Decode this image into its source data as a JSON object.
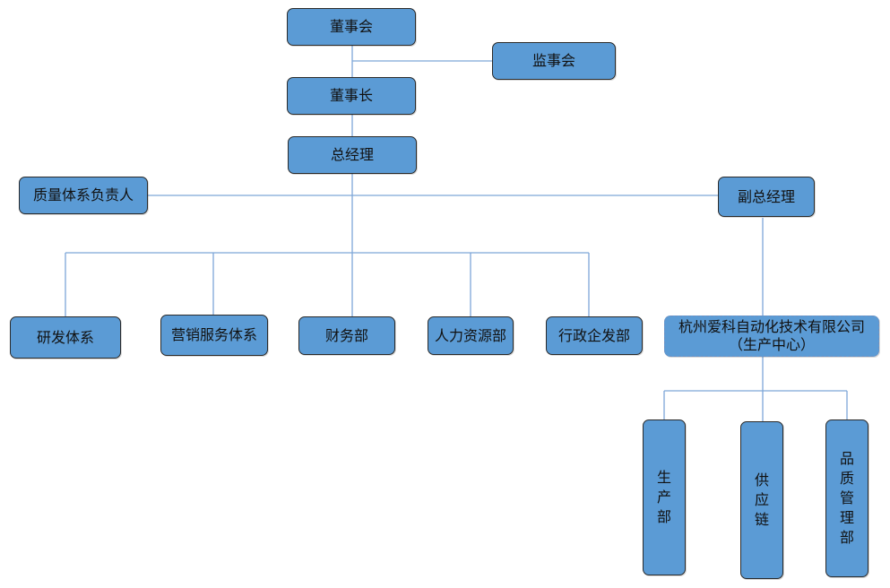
{
  "diagram": {
    "nodes": {
      "board": {
        "label": "董事会"
      },
      "supervisory_board": {
        "label": "监事会"
      },
      "chairman": {
        "label": "董事长"
      },
      "general_manager": {
        "label": "总经理"
      },
      "quality_system_head": {
        "label": "质量体系负责人"
      },
      "deputy_general_manager": {
        "label": "副总经理"
      },
      "rd_system": {
        "label": "研发体系"
      },
      "marketing_service_system": {
        "label": "营销服务体系"
      },
      "finance_dept": {
        "label": "财务部"
      },
      "hr_dept": {
        "label": "人力资源部"
      },
      "admin_dept": {
        "label": "行政企发部"
      },
      "subsidiary": {
        "label": "杭州爱科自动化技术有限公司（生产中心）"
      },
      "production_dept": {
        "label": "生产部"
      },
      "supply_chain": {
        "label": "供应链"
      },
      "quality_mgmt_dept": {
        "label": "品质管理部"
      }
    },
    "edges": [
      [
        "board",
        "chairman"
      ],
      [
        "board-chairman-line",
        "supervisory_board"
      ],
      [
        "chairman",
        "general_manager"
      ],
      [
        "general_manager",
        "quality_system_head"
      ],
      [
        "general_manager",
        "deputy_general_manager"
      ],
      [
        "general_manager",
        "rd_system"
      ],
      [
        "general_manager",
        "marketing_service_system"
      ],
      [
        "general_manager",
        "finance_dept"
      ],
      [
        "general_manager",
        "hr_dept"
      ],
      [
        "general_manager",
        "admin_dept"
      ],
      [
        "deputy_general_manager",
        "subsidiary"
      ],
      [
        "subsidiary",
        "production_dept"
      ],
      [
        "subsidiary",
        "supply_chain"
      ],
      [
        "subsidiary",
        "quality_mgmt_dept"
      ]
    ],
    "colors": {
      "node_fill": "#5b9bd5",
      "node_border": "#2a2a2a",
      "connector": "#7ea6d8"
    }
  }
}
